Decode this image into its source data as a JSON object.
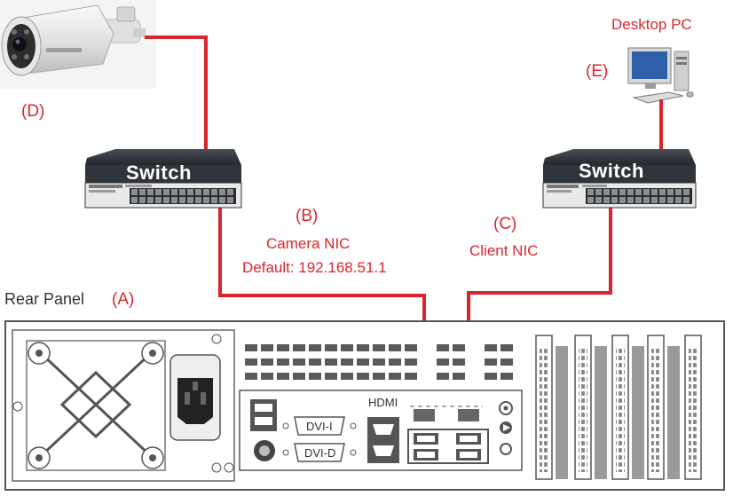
{
  "labels": {
    "desktop_pc": "Desktop PC",
    "marker_e": "(E)",
    "marker_d": "(D)",
    "marker_b": "(B)",
    "marker_c": "(C)",
    "marker_a": "(A)",
    "camera_nic": "Camera NIC",
    "camera_nic_default": "Default: 192.168.51.1",
    "client_nic": "Client NIC",
    "rear_panel": "Rear Panel"
  },
  "switches": [
    {
      "label": "Switch"
    },
    {
      "label": "Switch"
    }
  ],
  "ports": {
    "hdmi": "HDMI",
    "dvi_i": "DVI-I",
    "dvi_d": "DVI-D"
  },
  "colors": {
    "cable": "#d9262c",
    "label_accent": "#d9262c",
    "switch_body": "#2b2f36",
    "chassis_outline": "#555555"
  },
  "icons": [
    "camera-icon",
    "desktop-pc-icon",
    "switch-icon",
    "fan-icon",
    "power-socket-icon",
    "usb-port-icon",
    "ethernet-port-icon"
  ]
}
